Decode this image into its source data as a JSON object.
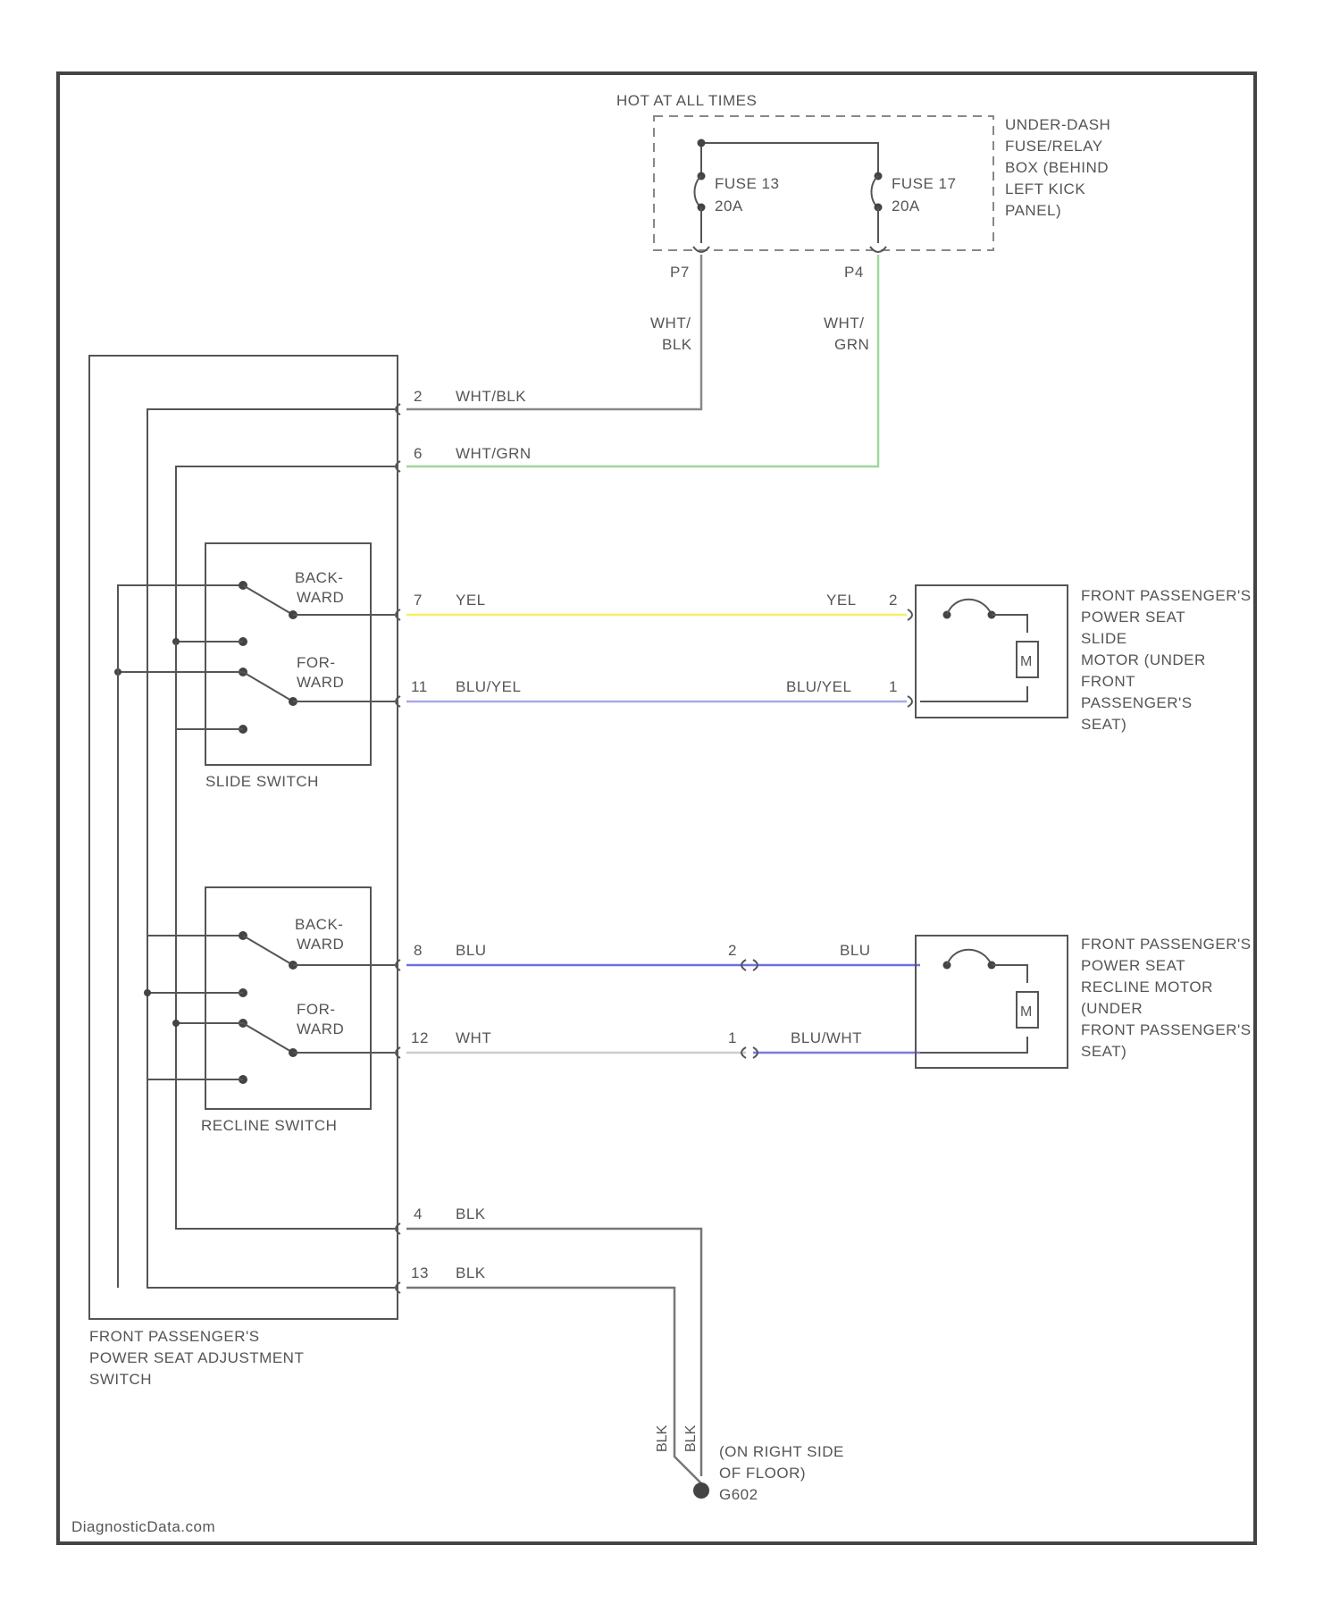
{
  "fuse_box": {
    "title": "HOT AT ALL TIMES",
    "location_lines": [
      "UNDER-DASH",
      "FUSE/RELAY",
      "BOX (BEHIND",
      "LEFT KICK",
      "PANEL)"
    ],
    "fuse_left": {
      "name": "FUSE 13",
      "rating": "20A",
      "pin": "P7",
      "wire_lines": [
        "WHT/",
        "BLK"
      ]
    },
    "fuse_right": {
      "name": "FUSE 17",
      "rating": "20A",
      "pin": "P4",
      "wire_lines": [
        "WHT/",
        "GRN"
      ]
    }
  },
  "switch_assembly": {
    "label_lines": [
      "FRONT PASSENGER'S",
      "POWER SEAT ADJUSTMENT",
      "SWITCH"
    ],
    "slide_switch": {
      "label": "SLIDE SWITCH",
      "back_lines": [
        "BACK-",
        "WARD"
      ],
      "for_lines": [
        "FOR-",
        "WARD"
      ]
    },
    "recline_switch": {
      "label": "RECLINE SWITCH",
      "back_lines": [
        "BACK-",
        "WARD"
      ],
      "for_lines": [
        "FOR-",
        "WARD"
      ]
    }
  },
  "wires": [
    {
      "pin": "2",
      "color": "WHT/BLK",
      "stroke": "#888888"
    },
    {
      "pin": "6",
      "color": "WHT/GRN",
      "stroke": "#9fd59f"
    },
    {
      "pin": "7",
      "color": "YEL",
      "end_color": "YEL",
      "end_pin": "2",
      "stroke": "#f5ef6a"
    },
    {
      "pin": "11",
      "color": "BLU/YEL",
      "end_color": "BLU/YEL",
      "end_pin": "1",
      "stroke": "#a8a8e6"
    },
    {
      "pin": "8",
      "color": "BLU",
      "end_color": "BLU",
      "end_pin": "2",
      "stroke": "#6f6fe8"
    },
    {
      "pin": "12",
      "color": "WHT",
      "end_color": "BLU/WHT",
      "end_pin": "1",
      "stroke": "#cccccc",
      "end_stroke": "#7b7be0"
    },
    {
      "pin": "4",
      "color": "BLK",
      "stroke": "#777777"
    },
    {
      "pin": "13",
      "color": "BLK",
      "stroke": "#777777"
    }
  ],
  "slide_motor": {
    "label_lines": [
      "FRONT PASSENGER'S",
      "POWER SEAT",
      "SLIDE",
      "MOTOR (UNDER",
      "FRONT",
      "PASSENGER'S",
      "SEAT)"
    ],
    "motor_symbol": "M"
  },
  "recline_motor": {
    "label_lines": [
      "FRONT PASSENGER'S",
      "POWER SEAT",
      "RECLINE MOTOR",
      "(UNDER",
      "FRONT PASSENGER'S",
      "SEAT)"
    ],
    "motor_symbol": "M"
  },
  "ground": {
    "label_lines": [
      "(ON RIGHT SIDE",
      "OF FLOOR)",
      "G602"
    ],
    "wire_left": "BLK",
    "wire_right": "BLK"
  },
  "watermark": "DiagnosticData.com"
}
